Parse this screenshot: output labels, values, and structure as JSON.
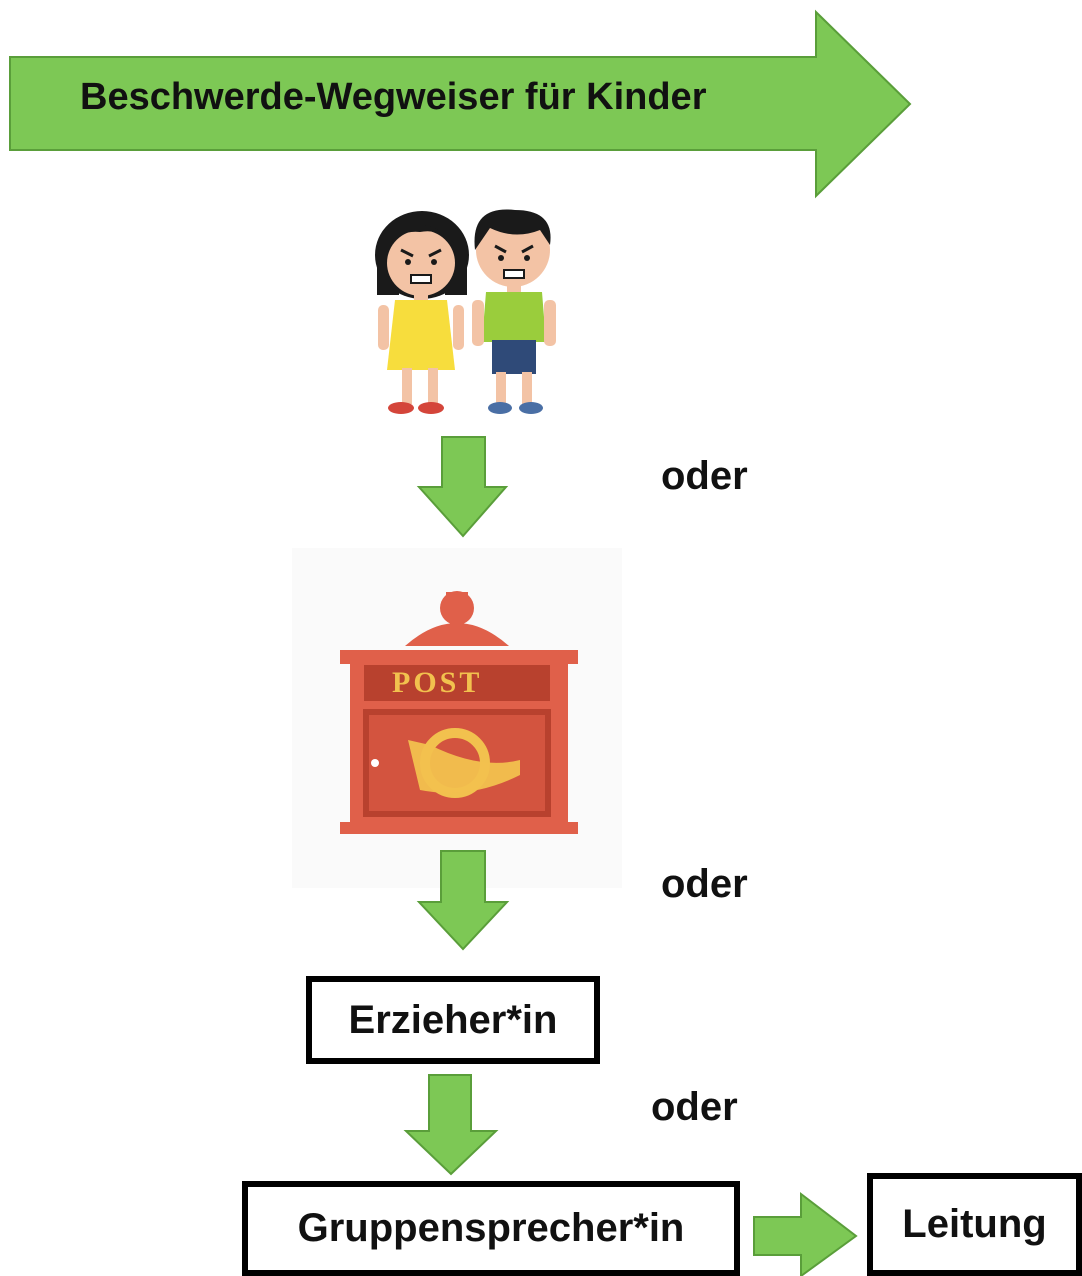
{
  "title": "Beschwerde-Wegweiser für Kinder",
  "connector_label": "oder",
  "children_illustration": {
    "icon": "angry-children-icon"
  },
  "mailbox": {
    "icon": "mailbox-icon",
    "sign": "POST"
  },
  "nodes": {
    "educator": "Erzieher*in",
    "group_speaker": "Gruppensprecher*in",
    "management": "Leitung"
  },
  "colors": {
    "arrow_fill": "#7dc855",
    "arrow_stroke": "#5a9e3a",
    "mailbox_body": "#e0604a",
    "mailbox_dark": "#b8412e",
    "mailbox_sign": "#f2c14e"
  }
}
